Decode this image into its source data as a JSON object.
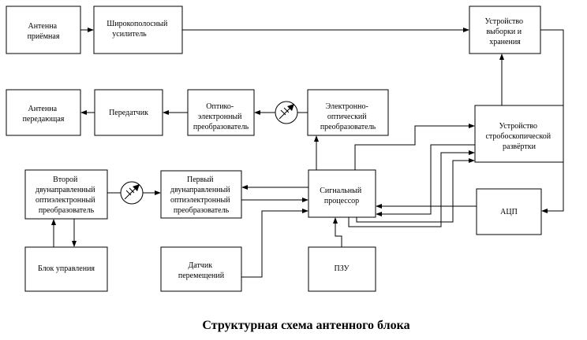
{
  "caption": "Структурная схема антенного блока",
  "blocks": {
    "antenna_rx": [
      "Антенна",
      "приёмная"
    ],
    "broadband_amp": [
      "Широкополосный",
      "усилитель"
    ],
    "sample_hold": [
      "Устройство",
      "выборки и",
      "хранения"
    ],
    "antenna_tx": [
      "Антенна",
      "передающая"
    ],
    "transmitter": [
      "Передатчик"
    ],
    "opto_electronic": [
      "Оптико-",
      "электронный",
      "преобразователь"
    ],
    "electro_optic": [
      "Электронно-",
      "оптический",
      "преобразователь"
    ],
    "strobe_sweep": [
      "Устройство",
      "стробоскопической",
      "развёртки"
    ],
    "second_bidir": [
      "Второй",
      "двунаправленный",
      "оптиэлектронный",
      "преобразователь"
    ],
    "first_bidir": [
      "Первый",
      "двунаправленный",
      "оптиэлектронный",
      "преобразователь"
    ],
    "signal_processor": [
      "Сигнальный",
      "процессор"
    ],
    "adc": [
      "АЦП"
    ],
    "control_unit": [
      "Блок управления"
    ],
    "displacement_sensor": [
      "Датчик",
      "перемещений"
    ],
    "rom": [
      "ПЗУ"
    ]
  }
}
